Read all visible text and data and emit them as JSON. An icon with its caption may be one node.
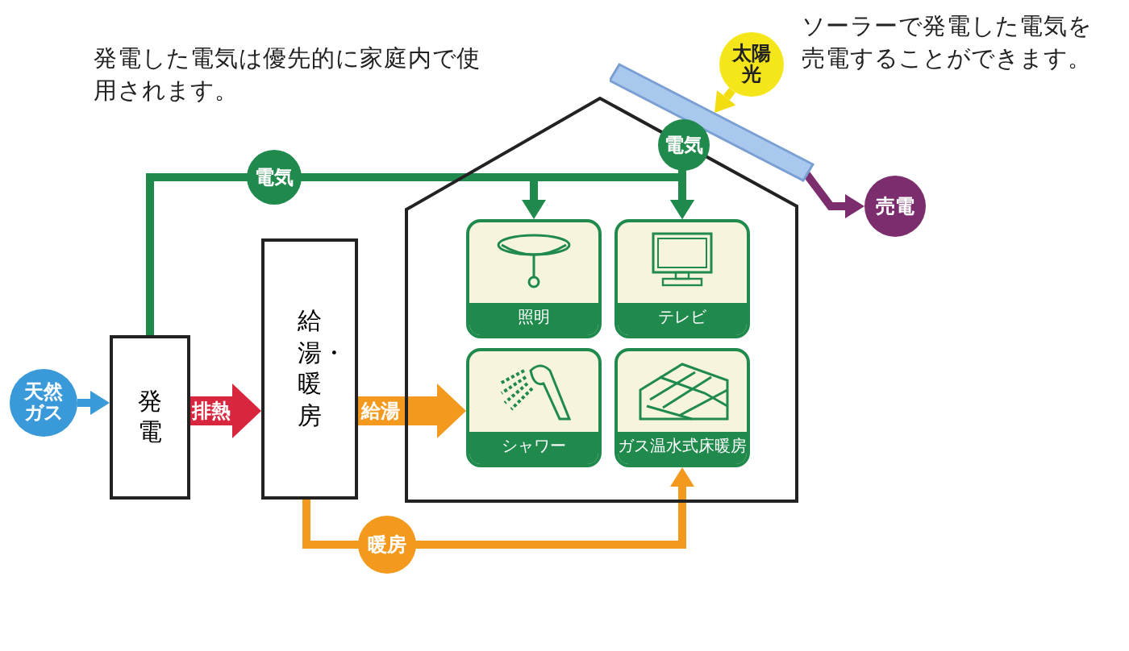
{
  "diagram": {
    "nodes": [
      {
        "text": [
          "天然ガス"
        ]
      },
      {
        "text": [
          "発電"
        ]
      },
      {
        "text": [
          "給湯・暖房"
        ]
      },
      {
        "text": [],
        "shape": "house"
      },
      {
        "text": [
          "照明"
        ],
        "in": 3
      },
      {
        "text": [
          "テレビ"
        ],
        "in": 3
      },
      {
        "text": [
          "シャワー"
        ],
        "in": 3
      },
      {
        "text": [
          "ガス温水式床暖房"
        ],
        "in": 3
      },
      {
        "text": [
          "太陽光"
        ]
      },
      {
        "text": [],
        "shape": "panel"
      },
      {
        "text": [
          "売電"
        ]
      }
    ],
    "edges": [
      {
        "from": 0,
        "to": 1,
        "arrow": "to",
        "color": "#3a9ad9"
      },
      {
        "from": 1,
        "to": 2,
        "arrow": "to",
        "label": "排熱",
        "style": "thick",
        "color": "#d7263d"
      },
      {
        "from": 1,
        "to": 4,
        "arrow": "to",
        "label": "電気"
      },
      {
        "from": 1,
        "to": 5,
        "arrow": "to"
      },
      {
        "from": 9,
        "to": 5,
        "arrow": "to",
        "label": "電気"
      },
      {
        "from": 2,
        "to": 6,
        "arrow": "to",
        "label": "給湯",
        "style": "thick",
        "color": "#f39a1e"
      },
      {
        "from": 2,
        "to": 7,
        "arrow": "to",
        "label": "暖房",
        "color": "#f39a1e"
      },
      {
        "from": 8,
        "to": 9,
        "arrow": "to",
        "color": "#f2dd10"
      },
      {
        "from": 9,
        "to": 10,
        "arrow": "to",
        "color": "#7b2d6e"
      }
    ],
    "labels": [
      "発電した電気は優先的に家庭内で使用されます。",
      "ソーラーで発電した電気を売電することができます。"
    ]
  }
}
